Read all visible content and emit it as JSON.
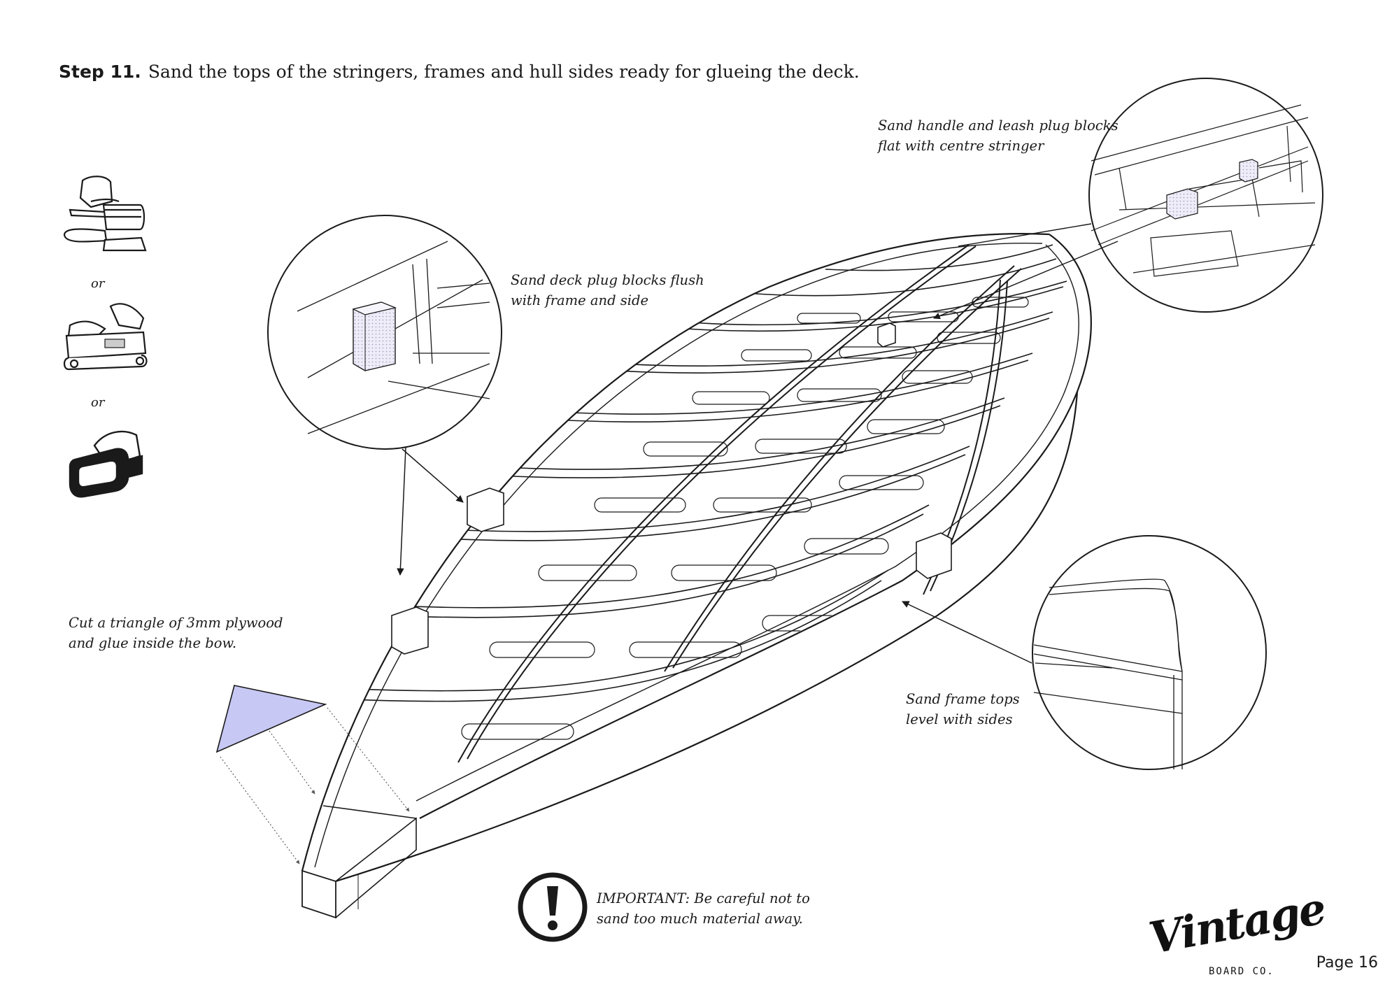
{
  "instruction": {
    "step_label": "Step 11.",
    "text": "Sand the tops of the stringers, frames and hull sides ready for glueing the deck."
  },
  "tools": {
    "or_1": "or",
    "or_2": "or",
    "items": [
      "random-orbital-sander-icon",
      "belt-sander-icon",
      "sanding-block-icon"
    ]
  },
  "callouts": {
    "deck_plug": {
      "line1": "Sand deck plug blocks flush",
      "line2": "with frame and side"
    },
    "handle_leash": {
      "line1": "Sand handle and leash plug blocks",
      "line2": "flat with centre stringer"
    },
    "bow_triangle": {
      "line1": "Cut a triangle of 3mm plywood",
      "line2": "and glue inside the bow."
    },
    "frame_tops": {
      "line1": "Sand frame tops",
      "line2": "level with sides"
    }
  },
  "warning": {
    "icon": "exclamation-circle-icon",
    "line1": "IMPORTANT: Be careful not to",
    "line2": "sand too much material away."
  },
  "footer": {
    "logo_script": "Vintage",
    "logo_sub": "BOARD CO.",
    "page": "Page 16"
  },
  "colors": {
    "ink": "#1a1a1a",
    "plywood_triangle": "#c8c8f5",
    "plug_block": "#ebe9f6"
  }
}
